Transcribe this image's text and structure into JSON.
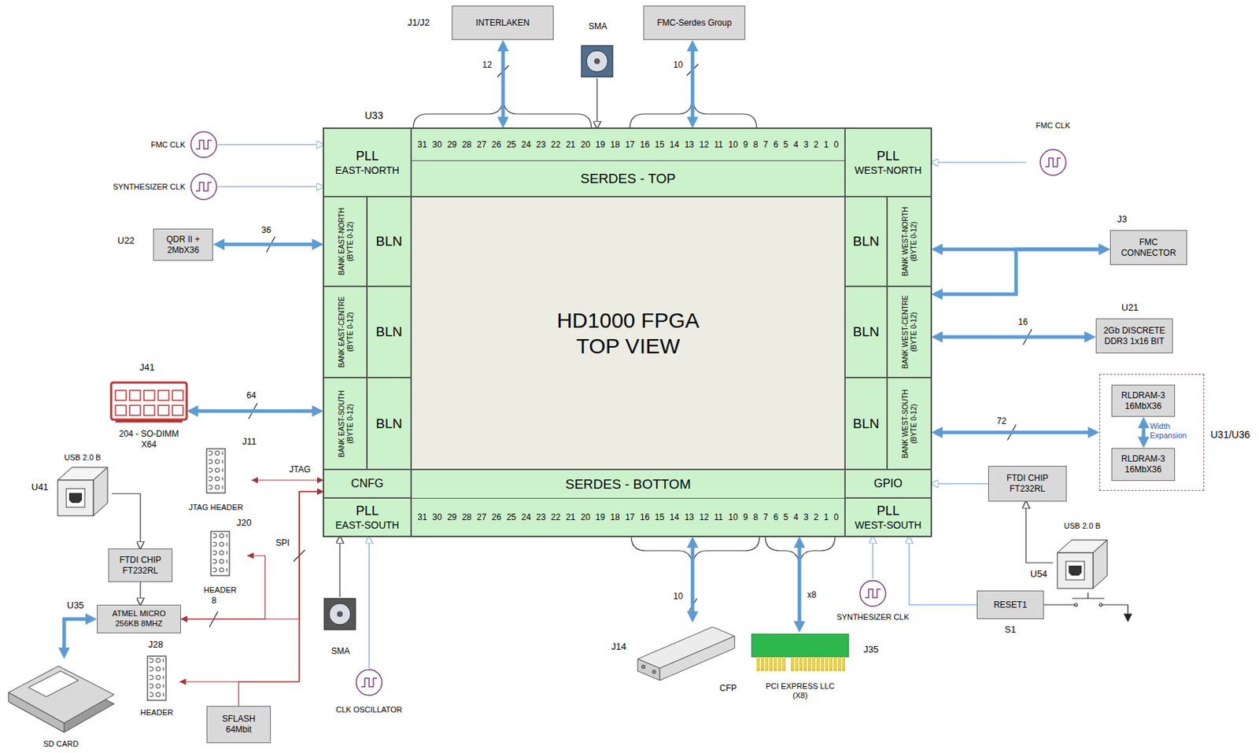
{
  "diagram": {
    "nodes": [
      {
        "text": [
          "INTERLAKEN"
        ]
      },
      {
        "text": [
          "FMC-Serdes Group"
        ]
      },
      {
        "text": [
          "U33"
        ]
      },
      {
        "text": [
          "PLL",
          "EAST-NORTH"
        ],
        "in": 2
      },
      {
        "text": [
          "31 30 29 28 27 26 25 24 23 22 21 20 19 18 17 16 15 14 13 12 11 10 9 8 7 6 5 4 3 2 1 0",
          "SERDES - TOP"
        ],
        "in": 2
      },
      {
        "text": [
          "PLL",
          "WEST-NORTH"
        ],
        "in": 2
      },
      {
        "text": [
          "BANK EAST-NORTH (BYTE 0-12)"
        ],
        "in": 2
      },
      {
        "text": [
          "BLN"
        ],
        "in": 2
      },
      {
        "text": [
          "BANK EAST-CENTRE (BYTE 0-12)"
        ],
        "in": 2
      },
      {
        "text": [
          "BLN"
        ],
        "in": 2
      },
      {
        "text": [
          "BANK EAST-SOUTH (BYTE 0-12)"
        ],
        "in": 2
      },
      {
        "text": [
          "BLN"
        ],
        "in": 2
      },
      {
        "text": [
          "HD1000 FPGA TOP VIEW"
        ],
        "in": 2
      },
      {
        "text": [
          "BLN"
        ],
        "in": 2
      },
      {
        "text": [
          "BANK WEST-NORTH (BYTE 0-12)"
        ],
        "in": 2
      },
      {
        "text": [
          "BLN"
        ],
        "in": 2
      },
      {
        "text": [
          "BANK WEST-CENTRE (BYTE 0-12)"
        ],
        "in": 2
      },
      {
        "text": [
          "BLN"
        ],
        "in": 2
      },
      {
        "text": [
          "BANK WEST-SOUTH (BYTE 0-12)"
        ],
        "in": 2
      },
      {
        "text": [
          "CNFG"
        ],
        "in": 2
      },
      {
        "text": [
          "SERDES - BOTTOM",
          "31 30 29 28 27 26 25 24 23 22 21 20 19 18 17 16 15 14 13 12 11 10 9 8 7 6 5 4 3 2 1 0"
        ],
        "in": 2
      },
      {
        "text": [
          "GPIO"
        ],
        "in": 2
      },
      {
        "text": [
          "PLL",
          "EAST-SOUTH"
        ],
        "in": 2
      },
      {
        "text": [
          "PLL",
          "WEST-SOUTH"
        ],
        "in": 2
      },
      {
        "text": [
          "QDR II + 2MbX36"
        ]
      },
      {
        "text": [
          "FMC CONNECTOR"
        ]
      },
      {
        "text": [
          "2Gb DISCRETE DDR3 1x16 BIT"
        ]
      },
      {
        "text": [
          "U31/U36"
        ]
      },
      {
        "text": [
          "RLDRAM-3 16MbX36"
        ],
        "in": 27
      },
      {
        "text": [
          "RLDRAM-3 16MbX36"
        ],
        "in": 27
      },
      {
        "text": [
          "204 - SO-DIMM X64"
        ]
      },
      {
        "text": [
          "JTAG HEADER"
        ]
      },
      {
        "text": [
          "HEADER"
        ]
      },
      {
        "text": [
          "HEADER"
        ]
      },
      {
        "text": [
          "USB 2.0 B"
        ]
      },
      {
        "text": [
          "FTDI CHIP FT232RL"
        ]
      },
      {
        "text": [
          "ATMEL MICRO 256KB 8MHZ"
        ]
      },
      {
        "text": [
          "SD CARD"
        ]
      },
      {
        "text": [
          "SFLASH 64Mbit"
        ]
      },
      {
        "text": [
          "SMA"
        ]
      },
      {
        "text": [
          "SMA"
        ]
      },
      {
        "text": [
          "CLK OSCILLATOR"
        ]
      },
      {
        "text": [
          "CFP"
        ]
      },
      {
        "text": [
          "PCI EXPRESS LLC (X8)"
        ]
      },
      {
        "text": [
          "SYNTHESIZER CLK"
        ]
      },
      {
        "text": [
          "RESET1"
        ]
      },
      {
        "text": [
          "FTDI CHIP FT232RL"
        ]
      },
      {
        "text": [
          "USB 2.0 B"
        ]
      },
      {
        "text": [
          "FMC CLK"
        ]
      },
      {
        "text": [
          "SYNTHESIZER CLK"
        ]
      },
      {
        "text": [
          "FMC CLK"
        ]
      }
    ],
    "edges": [
      {
        "from": 0,
        "to": 4,
        "arrow": "both",
        "label": "12"
      },
      {
        "from": 39,
        "to": 4,
        "arrow": "to"
      },
      {
        "from": 1,
        "to": 4,
        "arrow": "both",
        "label": "10"
      },
      {
        "from": 48,
        "to": 3,
        "arrow": "to"
      },
      {
        "from": 49,
        "to": 3,
        "arrow": "to"
      },
      {
        "from": 50,
        "to": 5,
        "arrow": "to"
      },
      {
        "from": 24,
        "to": 6,
        "arrow": "both",
        "label": "36"
      },
      {
        "from": 14,
        "to": 25,
        "arrow": "both"
      },
      {
        "from": 16,
        "to": 25,
        "arrow": "both"
      },
      {
        "from": 16,
        "to": 26,
        "arrow": "both",
        "label": "16"
      },
      {
        "from": 18,
        "to": 27,
        "arrow": "both",
        "label": "72"
      },
      {
        "from": 28,
        "to": 29,
        "arrow": "both",
        "label": "Width Expansion"
      },
      {
        "from": 30,
        "to": 10,
        "arrow": "both",
        "label": "64"
      },
      {
        "from": 31,
        "to": 19,
        "arrow": "both",
        "label": "JTAG"
      },
      {
        "from": 38,
        "to": 19,
        "arrow": "to",
        "label": "SPI"
      },
      {
        "from": 19,
        "to": 33,
        "arrow": "both"
      },
      {
        "from": 36,
        "to": 19,
        "arrow": "both",
        "label": "8"
      },
      {
        "from": 32,
        "to": 36,
        "arrow": "both"
      },
      {
        "from": 34,
        "to": 35,
        "arrow": "to"
      },
      {
        "from": 35,
        "to": 36,
        "arrow": "to"
      },
      {
        "from": 37,
        "to": 36,
        "arrow": "both"
      },
      {
        "from": 40,
        "to": 22,
        "arrow": "to"
      },
      {
        "from": 41,
        "to": 22,
        "arrow": "to"
      },
      {
        "from": 20,
        "to": 42,
        "arrow": "both",
        "label": "10"
      },
      {
        "from": 20,
        "to": 43,
        "arrow": "both",
        "label": "x8"
      },
      {
        "from": 44,
        "to": 23,
        "arrow": "to"
      },
      {
        "from": 45,
        "to": 23,
        "arrow": "to"
      },
      {
        "from": 46,
        "to": 21,
        "arrow": "to"
      },
      {
        "from": 47,
        "to": 46,
        "arrow": "to"
      }
    ],
    "labels": [
      "J1/J2",
      "J3",
      "U22",
      "U21",
      "J41",
      "J11",
      "U41",
      "J20",
      "U54",
      "U35",
      "S1",
      "J28",
      "J14",
      "J35"
    ]
  }
}
